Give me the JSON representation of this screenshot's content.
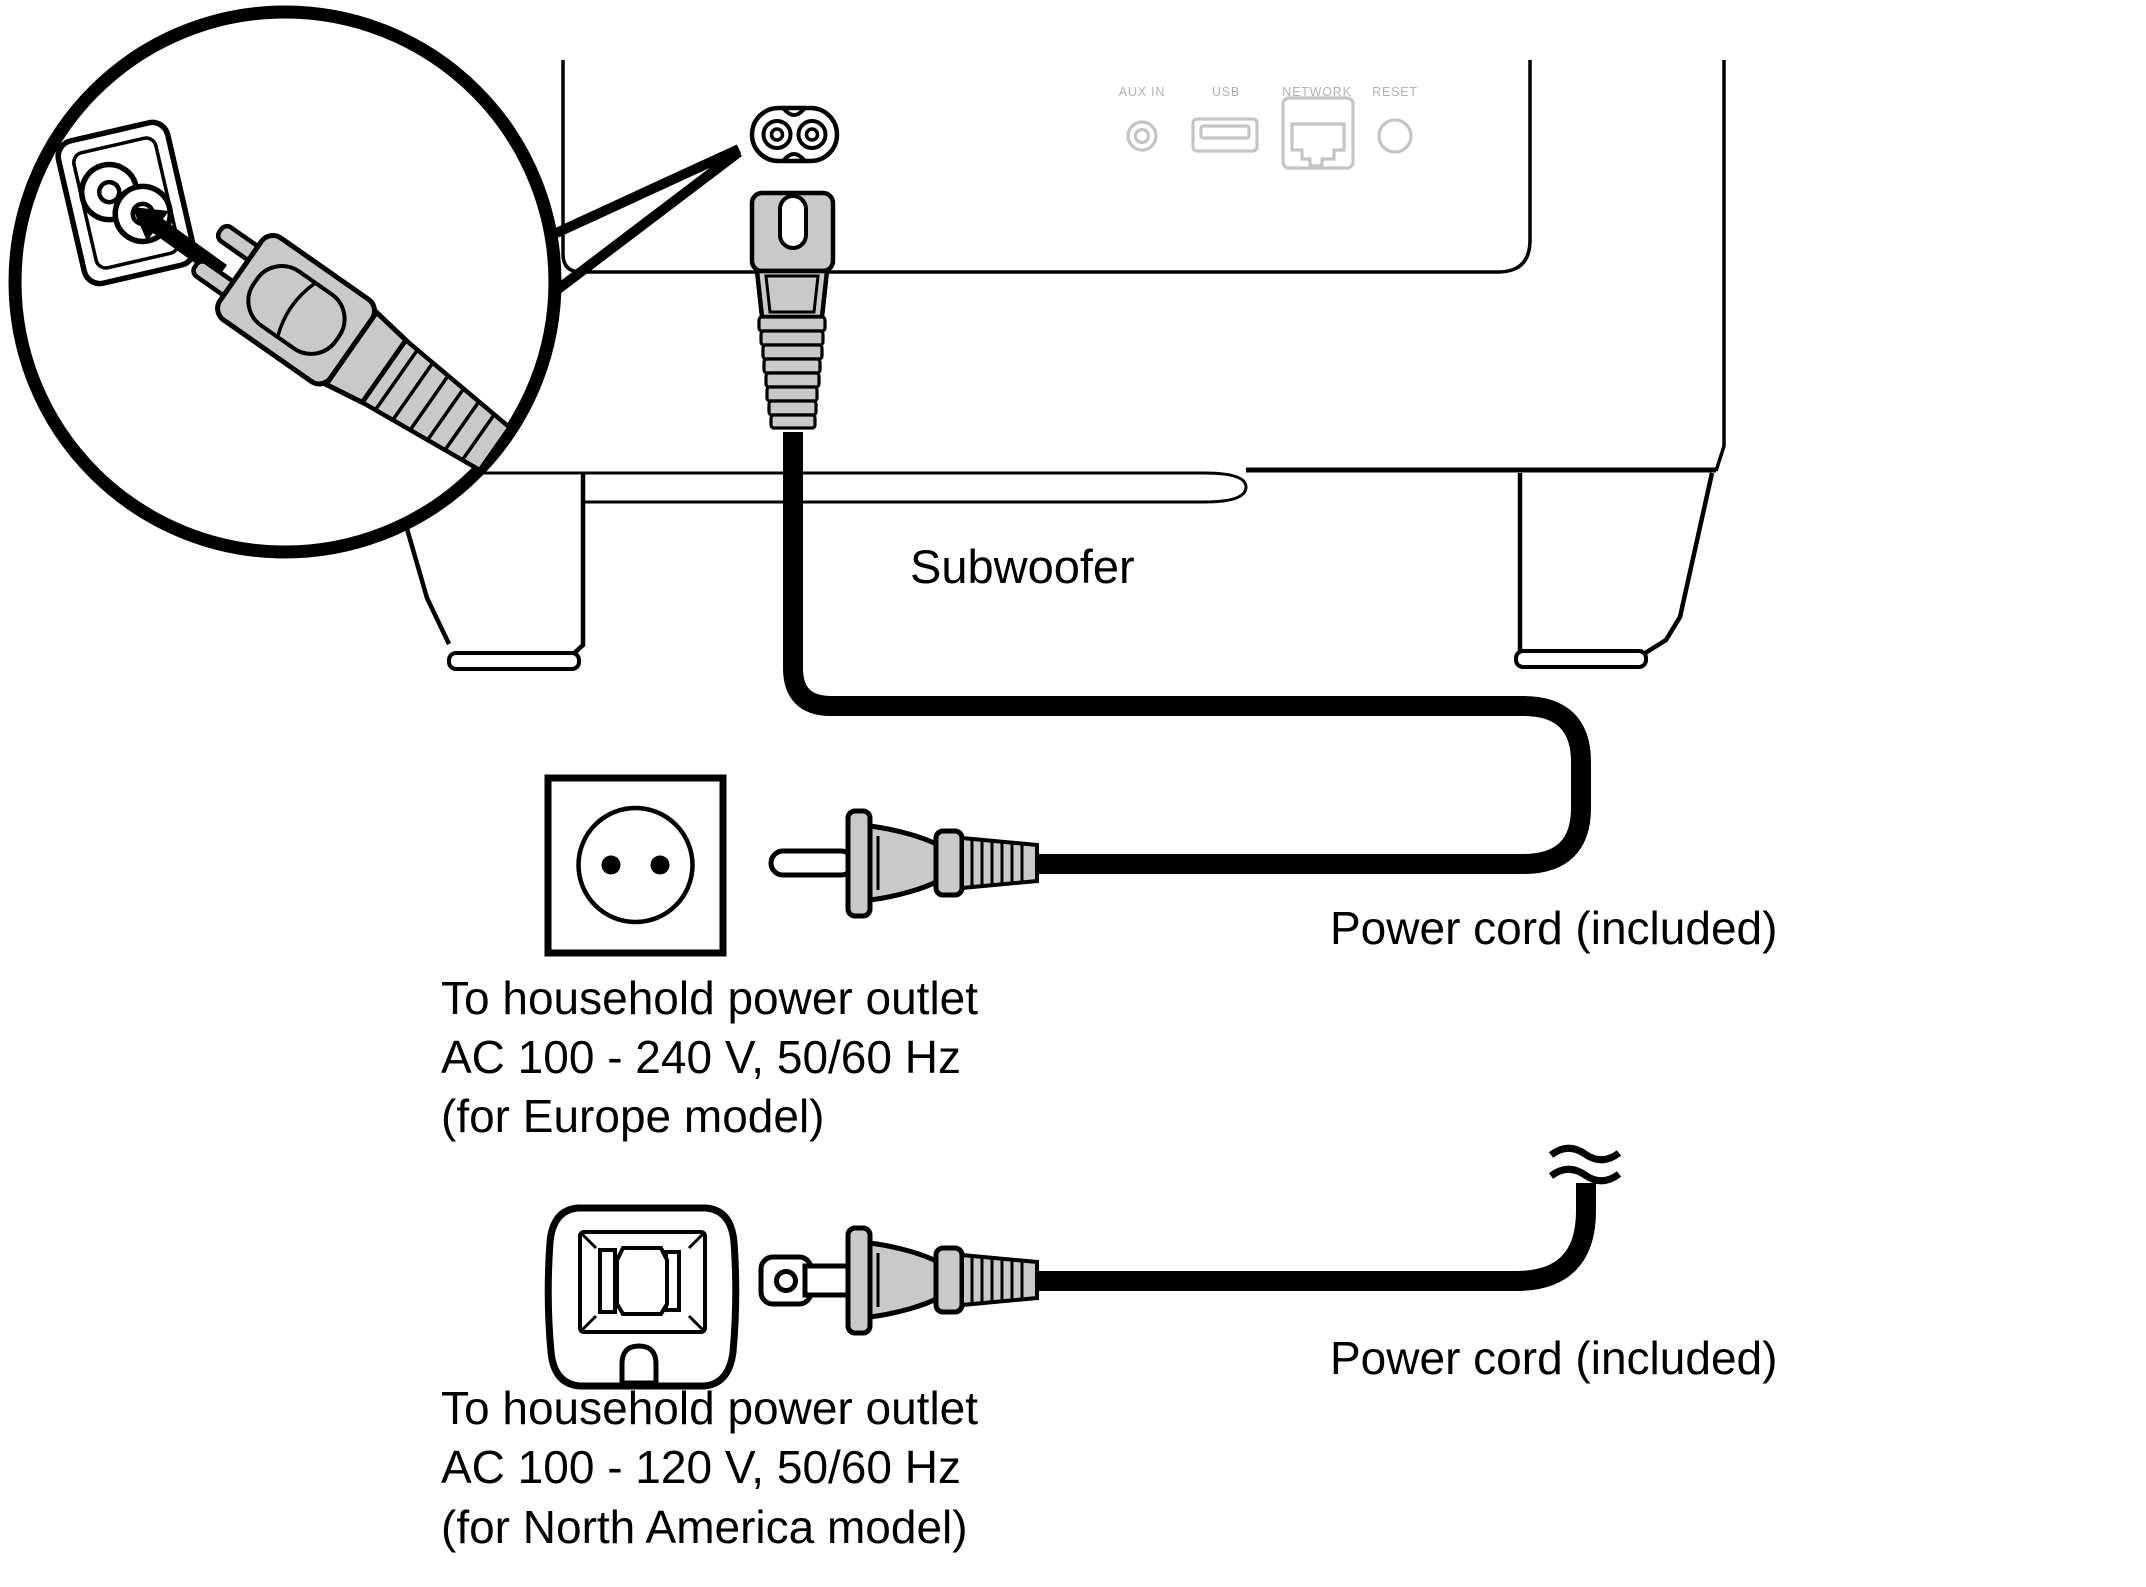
{
  "diagram": {
    "device_label": "Subwoofer",
    "panel": {
      "aux_label": "AUX IN",
      "usb_label": "USB",
      "network_label": "NETWORK",
      "reset_label": "RESET"
    },
    "magnifier": {
      "icon": "magnified-ac-inlet-connection",
      "arrow_icon": "insert-arrow"
    },
    "europe": {
      "caption_line1": "To household power outlet",
      "caption_line2": "AC 100 - 240 V, 50/60 Hz",
      "caption_line3": "(for Europe model)",
      "cord_label": "Power cord (included)"
    },
    "north_america": {
      "caption_line1": "To household power outlet",
      "caption_line2": "AC 100 - 120 V, 50/60 Hz",
      "caption_line3": "(for North America model)",
      "cord_label": "Power cord (included)"
    },
    "colors": {
      "plug_gray": "#c9c9c9",
      "panel_gray": "#c4c4c4",
      "panel_text": "#b2b2b2",
      "line": "#000000"
    }
  }
}
